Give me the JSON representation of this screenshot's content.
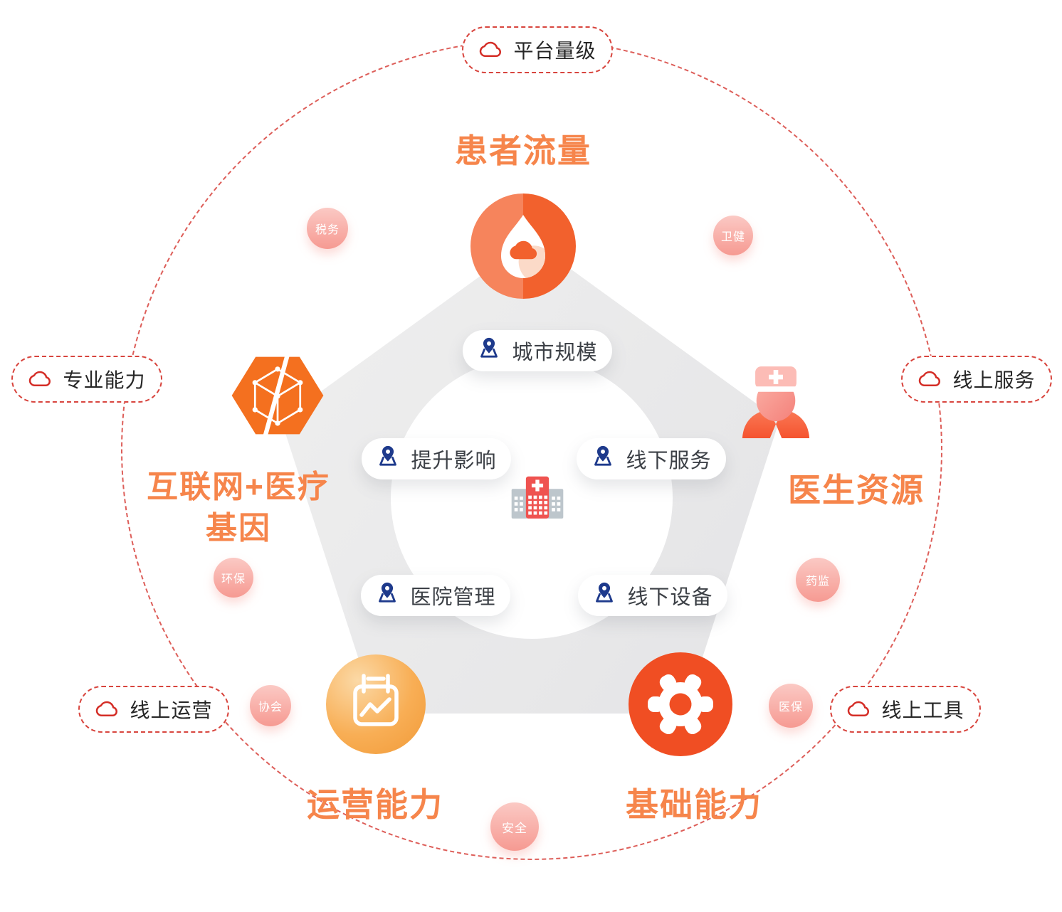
{
  "outer_pills": [
    {
      "label": "平台量级",
      "icon": "cloud-icon"
    },
    {
      "label": "专业能力",
      "icon": "cloud-icon"
    },
    {
      "label": "线上服务",
      "icon": "cloud-icon"
    },
    {
      "label": "线上运营",
      "icon": "cloud-icon"
    },
    {
      "label": "线上工具",
      "icon": "cloud-icon"
    }
  ],
  "nodes": {
    "patient_flow": {
      "label": "患者流量",
      "icon": "water-drop-icon"
    },
    "internet_gene": {
      "label_line1": "互联网+医疗",
      "label_line2": "基因",
      "icon": "cube-hexagon-icon"
    },
    "doctor_resource": {
      "label": "医生资源",
      "icon": "doctor-icon"
    },
    "operation": {
      "label": "运营能力",
      "icon": "calendar-chart-icon"
    },
    "foundation": {
      "label": "基础能力",
      "icon": "gear-icon"
    }
  },
  "center": {
    "icon": "hospital-icon"
  },
  "inner_pills": [
    {
      "label": "城市规模",
      "icon": "map-pin-icon"
    },
    {
      "label": "提升影响",
      "icon": "map-pin-icon"
    },
    {
      "label": "线下服务",
      "icon": "map-pin-icon"
    },
    {
      "label": "医院管理",
      "icon": "map-pin-icon"
    },
    {
      "label": "线下设备",
      "icon": "map-pin-icon"
    }
  ],
  "bubbles": [
    {
      "label": "税务"
    },
    {
      "label": "卫健"
    },
    {
      "label": "环保"
    },
    {
      "label": "药监"
    },
    {
      "label": "协会"
    },
    {
      "label": "医保"
    },
    {
      "label": "安全"
    }
  ],
  "colors": {
    "accent_orange": "#F6854B",
    "deep_orange": "#F2612D",
    "hexagon_orange": "#F4701F",
    "gear_red": "#F04E23",
    "dashed_red": "#D8453E",
    "cloud_icon_red": "#D42D26",
    "pin_navy": "#1E3A8C",
    "bubble_pink": "#F69A92",
    "pentagon_gray": "#EAEAEB",
    "hospital_red": "#EF5350",
    "hospital_gray": "#BDC6CC"
  }
}
